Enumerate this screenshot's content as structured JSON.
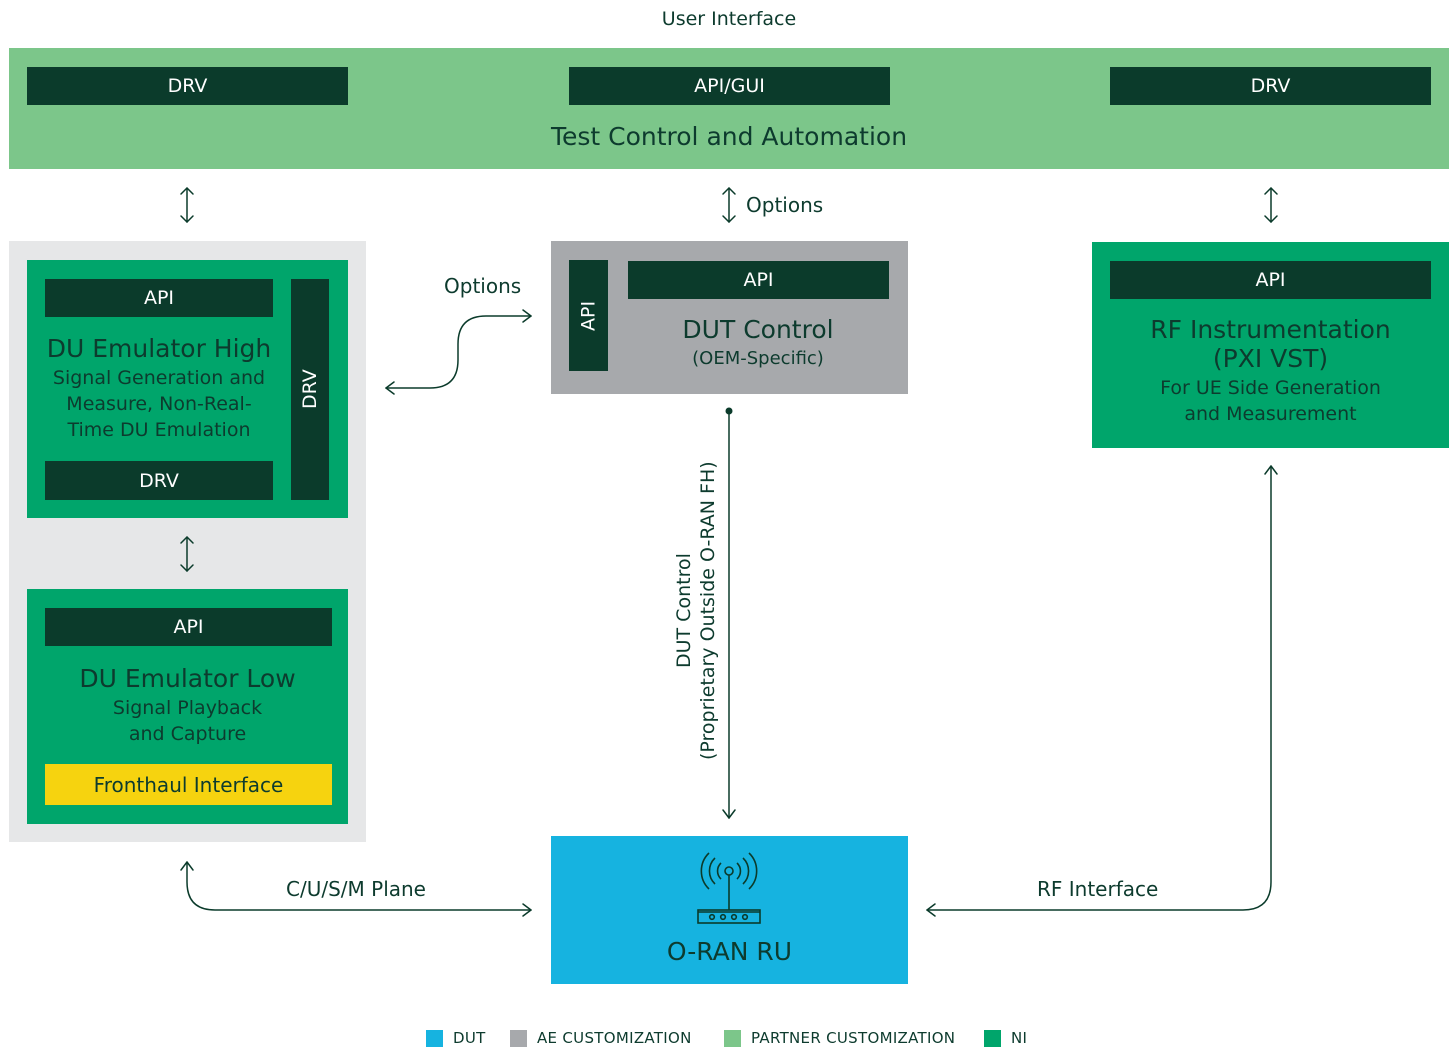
{
  "header": {
    "user_interface": "User Interface",
    "drv_left": "DRV",
    "api_gui": "API/GUI",
    "drv_right": "DRV",
    "title": "Test Control and Automation"
  },
  "connectors": {
    "options_top": "Options",
    "options_left": "Options",
    "dut_control_line1": "DUT Control",
    "dut_control_line2": "(Proprietary Outside O-RAN FH)",
    "cusm_plane": "C/U/S/M Plane",
    "rf_interface": "RF Interface"
  },
  "du_high": {
    "api": "API",
    "title": "DU Emulator High",
    "sub1": "Signal Generation and",
    "sub2": "Measure, Non-Real-",
    "sub3": "Time DU Emulation",
    "drv_bottom": "DRV",
    "drv_side": "DRV"
  },
  "du_low": {
    "api": "API",
    "title": "DU Emulator Low",
    "sub1": "Signal Playback",
    "sub2": "and Capture",
    "fronthaul": "Fronthaul Interface"
  },
  "dut_control": {
    "api_top": "API",
    "api_side": "API",
    "title": "DUT Control",
    "sub": "(OEM-Specific)"
  },
  "rf_instr": {
    "api": "API",
    "title1": "RF Instrumentation",
    "title2": "(PXI VST)",
    "sub1": "For UE Side Generation",
    "sub2": "and Measurement"
  },
  "oran_ru": {
    "title": "O-RAN RU",
    "icon": "antenna-router-icon"
  },
  "legend": [
    {
      "label": "DUT",
      "color": "#16b3e0"
    },
    {
      "label": "AE CUSTOMIZATION",
      "color": "#a7a9ac"
    },
    {
      "label": "PARTNER CUSTOMIZATION",
      "color": "#7cc68a"
    },
    {
      "label": "NI",
      "color": "#00a56b"
    }
  ],
  "colors": {
    "partner_green": "#7cc68a",
    "ni_green": "#00a56b",
    "dark_green": "#0b3b2b",
    "ae_gray": "#a7a9ac",
    "dut_blue": "#16b3e0",
    "fronthaul_yellow": "#f6d30f",
    "group_bg": "#e6e7e8"
  }
}
